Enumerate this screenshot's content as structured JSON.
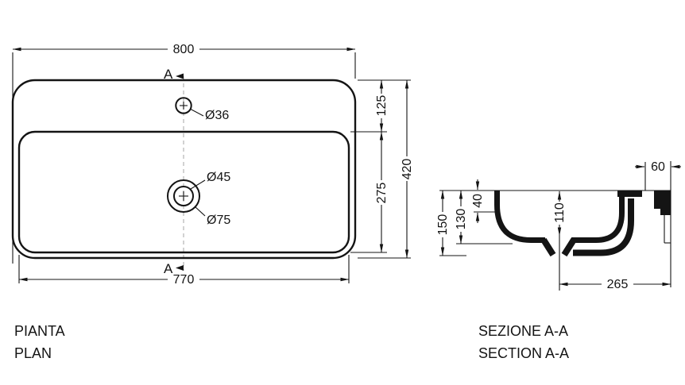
{
  "plan": {
    "label_it": "PIANTA",
    "label_en": "PLAN",
    "dim_outer_width": "800",
    "dim_inner_width": "770",
    "dim_outer_height": "420",
    "dim_deck_depth": "125",
    "dim_bowl_depth": "275",
    "hole_tap": "Ø36",
    "hole_drain_inner": "Ø45",
    "hole_drain_outer": "Ø75",
    "cut_letter": "A"
  },
  "section": {
    "label_it": "SEZIONE A-A",
    "label_en": "SECTION A-A",
    "dim_total_height": "150",
    "dim_inner_height": "130",
    "dim_rim_height": "40",
    "dim_basin_depth": "110",
    "dim_deck_width": "60",
    "dim_drain_offset": "265"
  },
  "colors": {
    "line": "#141414",
    "centerline": "#b3b3b3"
  }
}
